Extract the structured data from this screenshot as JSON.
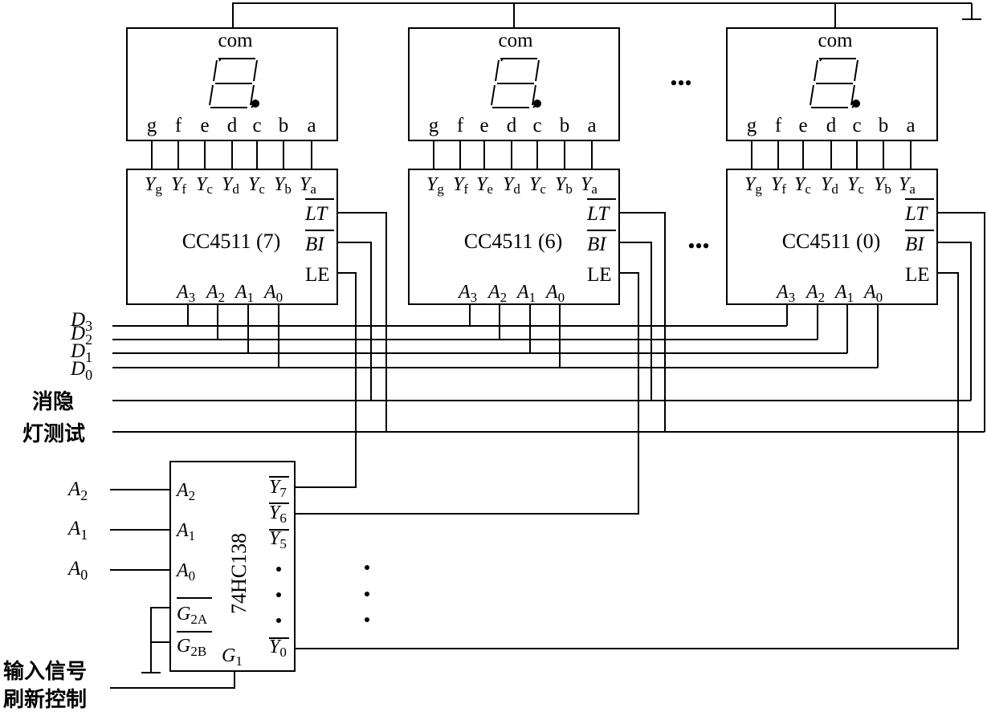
{
  "display_units": [
    {
      "id": "disp7",
      "com_label": "com",
      "segment_letters": [
        "g",
        "f",
        "e",
        "d",
        "c",
        "b",
        "a"
      ],
      "decoder_outputs": [
        {
          "main": "Y",
          "sub": "g"
        },
        {
          "main": "Y",
          "sub": "f"
        },
        {
          "main": "Y",
          "sub": "c"
        },
        {
          "main": "Y",
          "sub": "d"
        },
        {
          "main": "Y",
          "sub": "c"
        },
        {
          "main": "Y",
          "sub": "b"
        },
        {
          "main": "Y",
          "sub": "a"
        }
      ],
      "decoder_name": "CC4511 (7)",
      "lt_label": "LT",
      "bi_label": "BI",
      "le_label": "LE",
      "inputs": [
        {
          "main": "A",
          "sub": "3"
        },
        {
          "main": "A",
          "sub": "2"
        },
        {
          "main": "A",
          "sub": "1"
        },
        {
          "main": "A",
          "sub": "0"
        }
      ]
    },
    {
      "id": "disp6",
      "com_label": "com",
      "segment_letters": [
        "g",
        "f",
        "e",
        "d",
        "c",
        "b",
        "a"
      ],
      "decoder_outputs": [
        {
          "main": "Y",
          "sub": "g"
        },
        {
          "main": "Y",
          "sub": "f"
        },
        {
          "main": "Y",
          "sub": "e"
        },
        {
          "main": "Y",
          "sub": "d"
        },
        {
          "main": "Y",
          "sub": "c"
        },
        {
          "main": "Y",
          "sub": "b"
        },
        {
          "main": "Y",
          "sub": "a"
        }
      ],
      "decoder_name": "CC4511 (6)",
      "lt_label": "LT",
      "bi_label": "BI",
      "le_label": "LE",
      "inputs": [
        {
          "main": "A",
          "sub": "3"
        },
        {
          "main": "A",
          "sub": "2"
        },
        {
          "main": "A",
          "sub": "1"
        },
        {
          "main": "A",
          "sub": "0"
        }
      ]
    },
    {
      "id": "disp0",
      "com_label": "com",
      "segment_letters": [
        "g",
        "f",
        "e",
        "d",
        "c",
        "b",
        "a"
      ],
      "decoder_outputs": [
        {
          "main": "Y",
          "sub": "g"
        },
        {
          "main": "Y",
          "sub": "f"
        },
        {
          "main": "Y",
          "sub": "c"
        },
        {
          "main": "Y",
          "sub": "d"
        },
        {
          "main": "Y",
          "sub": "c"
        },
        {
          "main": "Y",
          "sub": "b"
        },
        {
          "main": "Y",
          "sub": "a"
        }
      ],
      "decoder_name": "CC4511 (0)",
      "lt_label": "LT",
      "bi_label": "BI",
      "le_label": "LE",
      "inputs": [
        {
          "main": "A",
          "sub": "3"
        },
        {
          "main": "A",
          "sub": "2"
        },
        {
          "main": "A",
          "sub": "1"
        },
        {
          "main": "A",
          "sub": "0"
        }
      ]
    }
  ],
  "continuation_marks": [
    "•••",
    "•••"
  ],
  "bus_labels": [
    {
      "main": "D",
      "sub": "3"
    },
    {
      "main": "D",
      "sub": "2"
    },
    {
      "main": "D",
      "sub": "1"
    },
    {
      "main": "D",
      "sub": "0"
    }
  ],
  "blanking_label": "消隐",
  "lamp_test_label": "灯测试",
  "address_labels": [
    {
      "main": "A",
      "sub": "2"
    },
    {
      "main": "A",
      "sub": "1"
    },
    {
      "main": "A",
      "sub": "0"
    }
  ],
  "decoder138": {
    "name": "74HC138",
    "inputs": [
      {
        "main": "A",
        "sub": "2"
      },
      {
        "main": "A",
        "sub": "1"
      },
      {
        "main": "A",
        "sub": "0"
      }
    ],
    "enable_low": [
      {
        "main": "G",
        "sub": "2A"
      },
      {
        "main": "G",
        "sub": "2B"
      }
    ],
    "enable_high": {
      "main": "G",
      "sub": "1"
    },
    "outputs": [
      {
        "main": "Y",
        "sub": "7"
      },
      {
        "main": "Y",
        "sub": "6"
      },
      {
        "main": "Y",
        "sub": "5"
      },
      {
        "main": "Y",
        "sub": "0"
      }
    ]
  },
  "refresh_label_line1": "输入信号",
  "refresh_label_line2": "刷新控制"
}
